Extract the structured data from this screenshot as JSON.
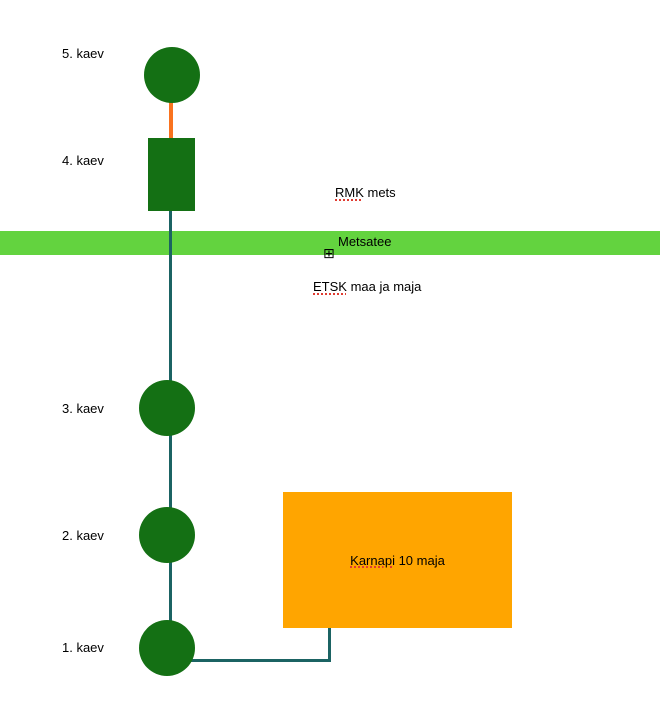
{
  "canvas": {
    "background": "#ffffff"
  },
  "wells": [
    {
      "id": "well-1",
      "label": "1. kaev",
      "shape": "circle"
    },
    {
      "id": "well-2",
      "label": "2. kaev",
      "shape": "circle"
    },
    {
      "id": "well-3",
      "label": "3. kaev",
      "shape": "circle"
    },
    {
      "id": "well-4",
      "label": "4. kaev",
      "shape": "rectangle"
    },
    {
      "id": "well-5",
      "label": "5. kaev",
      "shape": "circle"
    }
  ],
  "labels": {
    "rmk_word": "RMK",
    "rmk_rest": " mets",
    "road": "Metsatee",
    "etsk_word": "ETSK",
    "etsk_rest": " maa ja maja",
    "building_word": "Karnapi",
    "building_rest": " 10 maja"
  },
  "icons": {
    "crosshair": "⊞"
  },
  "colors": {
    "well_fill": "#147014",
    "pipe": "#1b6363",
    "connector": "#f9731f",
    "road_band": "#63d33f",
    "building_fill": "#ffa500",
    "misspell_underline": "#e03c31",
    "text": "#000000"
  }
}
